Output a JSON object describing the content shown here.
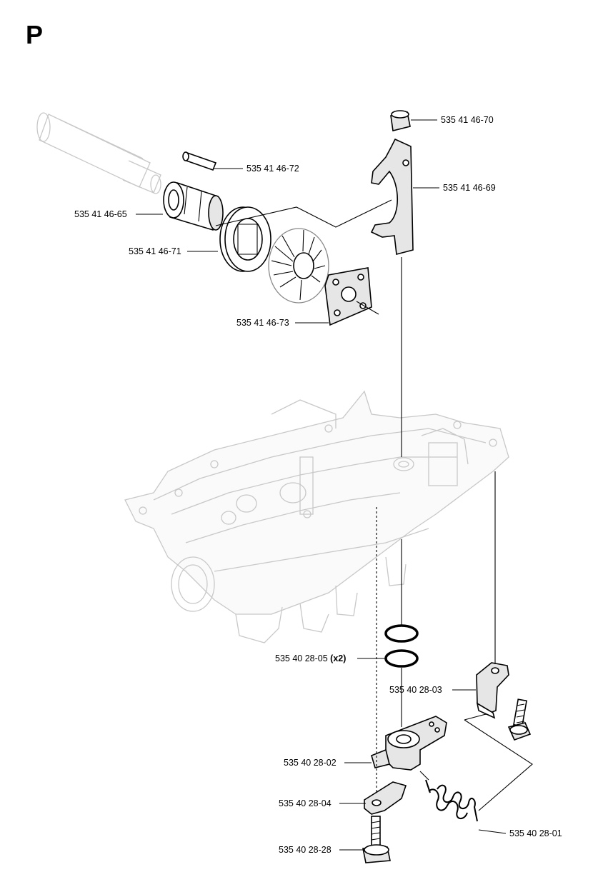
{
  "page_letter": "P",
  "callouts": [
    {
      "id": "c70",
      "part_no": "535 41 46-70",
      "qty": ""
    },
    {
      "id": "c72",
      "part_no": "535 41 46-72",
      "qty": ""
    },
    {
      "id": "c69",
      "part_no": "535 41 46-69",
      "qty": ""
    },
    {
      "id": "c65",
      "part_no": "535 41 46-65",
      "qty": ""
    },
    {
      "id": "c71",
      "part_no": "535 41 46-71",
      "qty": ""
    },
    {
      "id": "c73",
      "part_no": "535 41 46-73",
      "qty": ""
    },
    {
      "id": "c05",
      "part_no": "535 40 28-05",
      "qty": "(x2)"
    },
    {
      "id": "c03",
      "part_no": "535 40 28-03",
      "qty": ""
    },
    {
      "id": "c02",
      "part_no": "535 40 28-02",
      "qty": ""
    },
    {
      "id": "c04",
      "part_no": "535 40 28-04",
      "qty": ""
    },
    {
      "id": "c01",
      "part_no": "535 40 28-01",
      "qty": ""
    },
    {
      "id": "c28",
      "part_no": "535 40 28-28",
      "qty": ""
    }
  ]
}
